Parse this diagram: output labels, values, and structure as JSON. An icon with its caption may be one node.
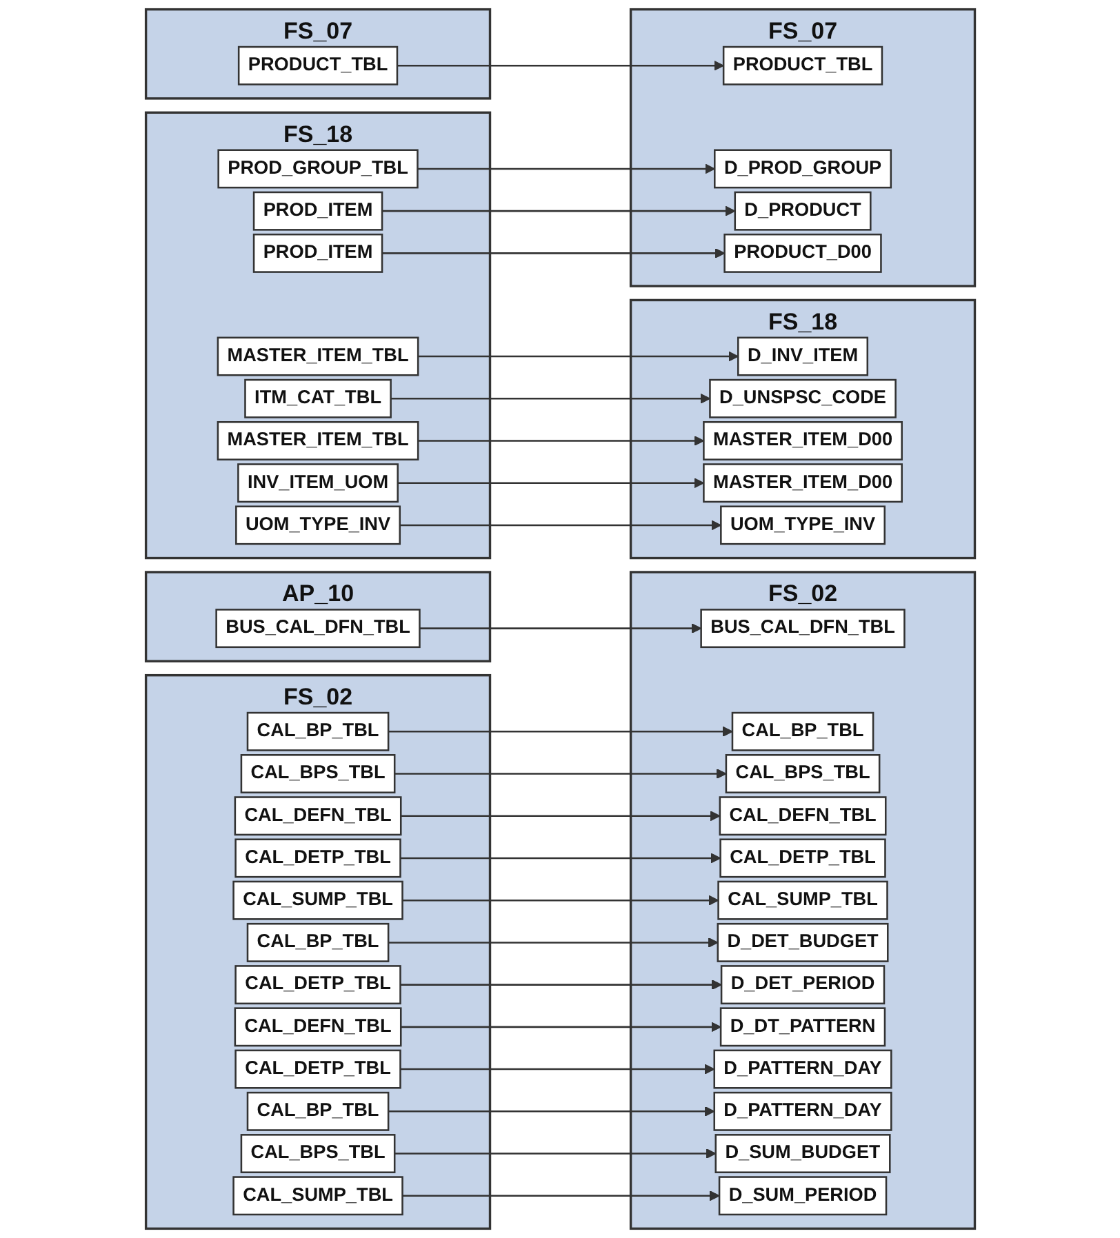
{
  "diagram": {
    "nodes": [
      {
        "text": [
          "AP_10"
        ]
      },
      {
        "text": [
          "BUS_CAL_DFN_TBL"
        ],
        "in": 0
      },
      {
        "text": [
          "FS_02"
        ]
      },
      {
        "text": [
          "CAL_BP_TBL"
        ],
        "in": 2
      },
      {
        "text": [
          "CAL_BPS_TBL"
        ],
        "in": 2
      },
      {
        "text": [
          "CAL_DEFN_TBL"
        ],
        "in": 2
      },
      {
        "text": [
          "CAL_DETP_TBL"
        ],
        "in": 2
      },
      {
        "text": [
          "CAL_SUMP_TBL"
        ],
        "in": 2
      },
      {
        "text": [
          "CAL_BP_TBL"
        ],
        "in": 2
      },
      {
        "text": [
          "CAL_DETP_TBL"
        ],
        "in": 2
      },
      {
        "text": [
          "CAL_DEFN_TBL"
        ],
        "in": 2
      },
      {
        "text": [
          "CAL_DETP_TBL"
        ],
        "in": 2
      },
      {
        "text": [
          "CAL_BP_TBL"
        ],
        "in": 2
      },
      {
        "text": [
          "CAL_BPS_TBL"
        ],
        "in": 2
      },
      {
        "text": [
          "CAL_SUMP_TBL"
        ],
        "in": 2
      },
      {
        "text": [
          "FS_02"
        ]
      },
      {
        "text": [
          "BUS_CAL_DFN_TBL"
        ],
        "in": 15
      },
      {
        "text": [
          "CAL_BP_TBL"
        ],
        "in": 15
      },
      {
        "text": [
          "CAL_BPS_TBL"
        ],
        "in": 15
      },
      {
        "text": [
          "CAL_DEFN_TBL"
        ],
        "in": 15
      },
      {
        "text": [
          "CAL_DETP_TBL"
        ],
        "in": 15
      },
      {
        "text": [
          "CAL_SUMP_TBL"
        ],
        "in": 15
      },
      {
        "text": [
          "D_DET_BUDGET"
        ],
        "in": 15
      },
      {
        "text": [
          "D_DET_PERIOD"
        ],
        "in": 15
      },
      {
        "text": [
          "D_DT_PATTERN"
        ],
        "in": 15
      },
      {
        "text": [
          "D_PATTERN_DAY"
        ],
        "in": 15
      },
      {
        "text": [
          "D_PATTERN_DAY"
        ],
        "in": 15
      },
      {
        "text": [
          "D_SUM_BUDGET"
        ],
        "in": 15
      },
      {
        "text": [
          "D_SUM_PERIOD"
        ],
        "in": 15
      },
      {
        "text": [
          "FS_07"
        ]
      },
      {
        "text": [
          "PRODUCT_TBL"
        ],
        "in": 29
      },
      {
        "text": [
          "FS_07"
        ]
      },
      {
        "text": [
          "PRODUCT_TBL"
        ],
        "in": 31
      },
      {
        "text": [
          "D_PROD_GROUP"
        ],
        "in": 31
      },
      {
        "text": [
          "D_PRODUCT"
        ],
        "in": 31
      },
      {
        "text": [
          "PRODUCT_D00"
        ],
        "in": 31
      },
      {
        "text": [
          "FS_18"
        ]
      },
      {
        "text": [
          "PROD_GROUP_TBL"
        ],
        "in": 36
      },
      {
        "text": [
          "PROD_ITEM"
        ],
        "in": 36
      },
      {
        "text": [
          "PROD_ITEM"
        ],
        "in": 36
      },
      {
        "text": [
          "MASTER_ITEM_TBL"
        ],
        "in": 36
      },
      {
        "text": [
          "ITM_CAT_TBL"
        ],
        "in": 36
      },
      {
        "text": [
          "MASTER_ITEM_TBL"
        ],
        "in": 36
      },
      {
        "text": [
          "INV_ITEM_UOM"
        ],
        "in": 36
      },
      {
        "text": [
          "UOM_TYPE_INV"
        ],
        "in": 36
      },
      {
        "text": [
          "FS_18"
        ]
      },
      {
        "text": [
          "D_INV_ITEM"
        ],
        "in": 45
      },
      {
        "text": [
          "D_UNSPSC_CODE"
        ],
        "in": 45
      },
      {
        "text": [
          "MASTER_ITEM_D00"
        ],
        "in": 45
      },
      {
        "text": [
          "MASTER_ITEM_D00"
        ],
        "in": 45
      },
      {
        "text": [
          "UOM_TYPE_INV"
        ],
        "in": 45
      }
    ],
    "edges": [
      {
        "from": 1,
        "to": 16,
        "arrow": "to"
      },
      {
        "from": 3,
        "to": 17,
        "arrow": "to"
      },
      {
        "from": 4,
        "to": 18,
        "arrow": "to"
      },
      {
        "from": 5,
        "to": 19,
        "arrow": "to"
      },
      {
        "from": 6,
        "to": 20,
        "arrow": "to"
      },
      {
        "from": 7,
        "to": 21,
        "arrow": "to"
      },
      {
        "from": 8,
        "to": 22,
        "arrow": "to"
      },
      {
        "from": 9,
        "to": 23,
        "arrow": "to"
      },
      {
        "from": 10,
        "to": 24,
        "arrow": "to"
      },
      {
        "from": 11,
        "to": 25,
        "arrow": "to"
      },
      {
        "from": 12,
        "to": 26,
        "arrow": "to"
      },
      {
        "from": 13,
        "to": 27,
        "arrow": "to"
      },
      {
        "from": 14,
        "to": 28,
        "arrow": "to"
      },
      {
        "from": 30,
        "to": 32,
        "arrow": "to"
      },
      {
        "from": 37,
        "to": 33,
        "arrow": "to"
      },
      {
        "from": 38,
        "to": 34,
        "arrow": "to"
      },
      {
        "from": 39,
        "to": 35,
        "arrow": "to"
      },
      {
        "from": 40,
        "to": 46,
        "arrow": "to"
      },
      {
        "from": 41,
        "to": 47,
        "arrow": "to"
      },
      {
        "from": 42,
        "to": 48,
        "arrow": "to"
      },
      {
        "from": 43,
        "to": 49,
        "arrow": "to"
      },
      {
        "from": 44,
        "to": 50,
        "arrow": "to"
      }
    ]
  }
}
